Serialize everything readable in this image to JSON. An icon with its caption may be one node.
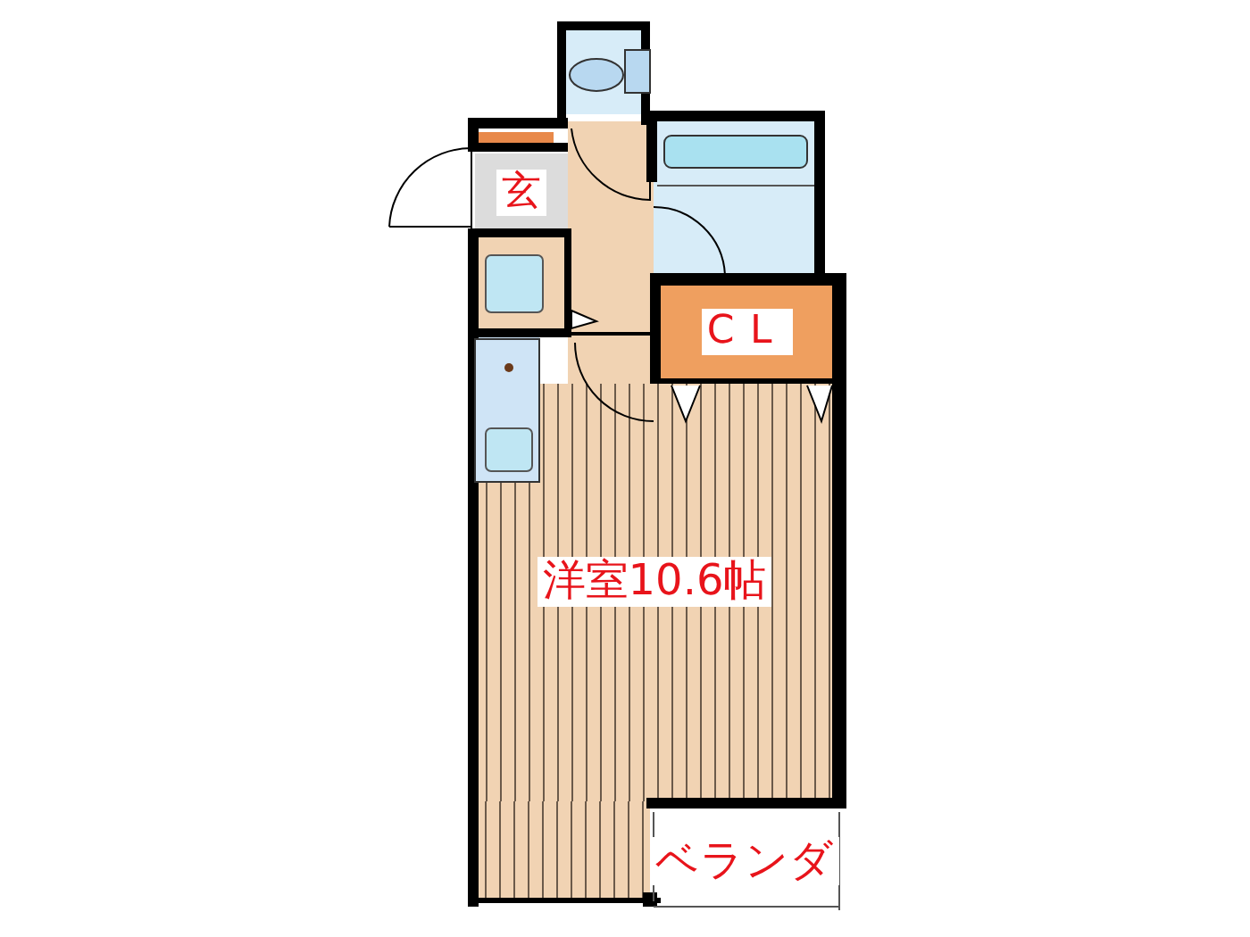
{
  "diagram": {
    "nodes": [
      {
        "text": [
          "玄"
        ]
      },
      {
        "text": [
          "CL"
        ]
      },
      {
        "text": [
          "洋室10.6帖"
        ]
      },
      {
        "text": [
          "ベランダ"
        ]
      }
    ]
  }
}
